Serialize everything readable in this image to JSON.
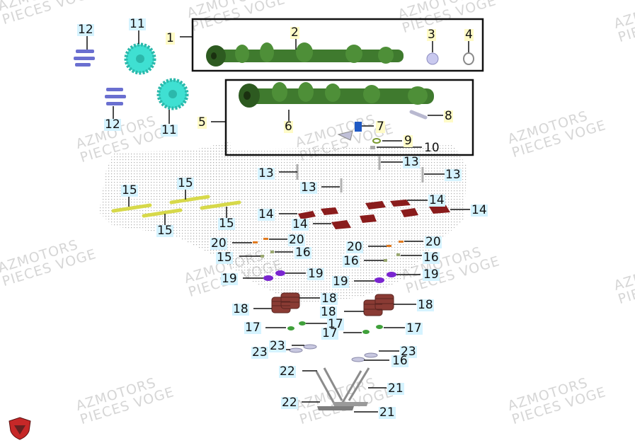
{
  "watermark": {
    "line1": "AZMOTORS",
    "line2": "PIECES VOGE"
  },
  "callouts": [
    {
      "id": "c1",
      "text": "1"
    },
    {
      "id": "c2",
      "text": "2"
    },
    {
      "id": "c3",
      "text": "3"
    },
    {
      "id": "c4",
      "text": "4"
    },
    {
      "id": "c5",
      "text": "5"
    },
    {
      "id": "c6",
      "text": "6"
    },
    {
      "id": "c7",
      "text": "7"
    },
    {
      "id": "c8",
      "text": "8"
    },
    {
      "id": "c9",
      "text": "9"
    },
    {
      "id": "c10",
      "text": "10"
    },
    {
      "id": "c11a",
      "text": "11"
    },
    {
      "id": "c11b",
      "text": "11"
    },
    {
      "id": "c12a",
      "text": "12"
    },
    {
      "id": "c12b",
      "text": "12"
    },
    {
      "id": "c13a",
      "text": "13"
    },
    {
      "id": "c13b",
      "text": "13"
    },
    {
      "id": "c13c",
      "text": "13"
    },
    {
      "id": "c13d",
      "text": "13"
    },
    {
      "id": "c14a",
      "text": "14"
    },
    {
      "id": "c14b",
      "text": "14"
    },
    {
      "id": "c14c",
      "text": "14"
    },
    {
      "id": "c14d",
      "text": "14"
    },
    {
      "id": "c15a",
      "text": "15"
    },
    {
      "id": "c15b",
      "text": "15"
    },
    {
      "id": "c15c",
      "text": "15"
    },
    {
      "id": "c15d",
      "text": "15"
    },
    {
      "id": "c16a",
      "text": "16"
    },
    {
      "id": "c16b",
      "text": "16"
    },
    {
      "id": "c16c",
      "text": "16"
    },
    {
      "id": "c17a",
      "text": "17"
    },
    {
      "id": "c17b",
      "text": "17"
    },
    {
      "id": "c17c",
      "text": "17"
    },
    {
      "id": "c17d",
      "text": "17"
    },
    {
      "id": "c18a",
      "text": "18"
    },
    {
      "id": "c18b",
      "text": "18"
    },
    {
      "id": "c18c",
      "text": "18"
    },
    {
      "id": "c18d",
      "text": "18"
    },
    {
      "id": "c19a",
      "text": "19"
    },
    {
      "id": "c19b",
      "text": "19"
    },
    {
      "id": "c19c",
      "text": "19"
    },
    {
      "id": "c19d",
      "text": "19"
    },
    {
      "id": "c20a",
      "text": "20"
    },
    {
      "id": "c20b",
      "text": "20"
    },
    {
      "id": "c20c",
      "text": "20"
    },
    {
      "id": "c20d",
      "text": "20"
    },
    {
      "id": "c21a",
      "text": "21"
    },
    {
      "id": "c21b",
      "text": "21"
    },
    {
      "id": "c22a",
      "text": "22"
    },
    {
      "id": "c22b",
      "text": "22"
    },
    {
      "id": "c23a",
      "text": "23"
    },
    {
      "id": "c23b",
      "text": "23"
    },
    {
      "id": "c23c",
      "text": "23"
    },
    {
      "id": "c15e",
      "text": "15"
    },
    {
      "id": "c16d",
      "text": "16"
    }
  ],
  "colors": {
    "camshaft": "#3f7a2e",
    "camshaft_dark": "#2d5a20",
    "gear": "#3fe0d2",
    "bolt": "#6a6fd0",
    "rocker": "#8a1c1c",
    "spring": "#8a3b34",
    "rod": "#d7d94a",
    "retainer": "#7a25d0",
    "shim": "#e07a20",
    "valve": "#8c8c8c",
    "label_bg": "#fffbc7",
    "label_bg_blue": "#d5f3ff",
    "logo_red": "#c62828"
  },
  "icons": {
    "brand_logo": "shield-logo-icon"
  }
}
